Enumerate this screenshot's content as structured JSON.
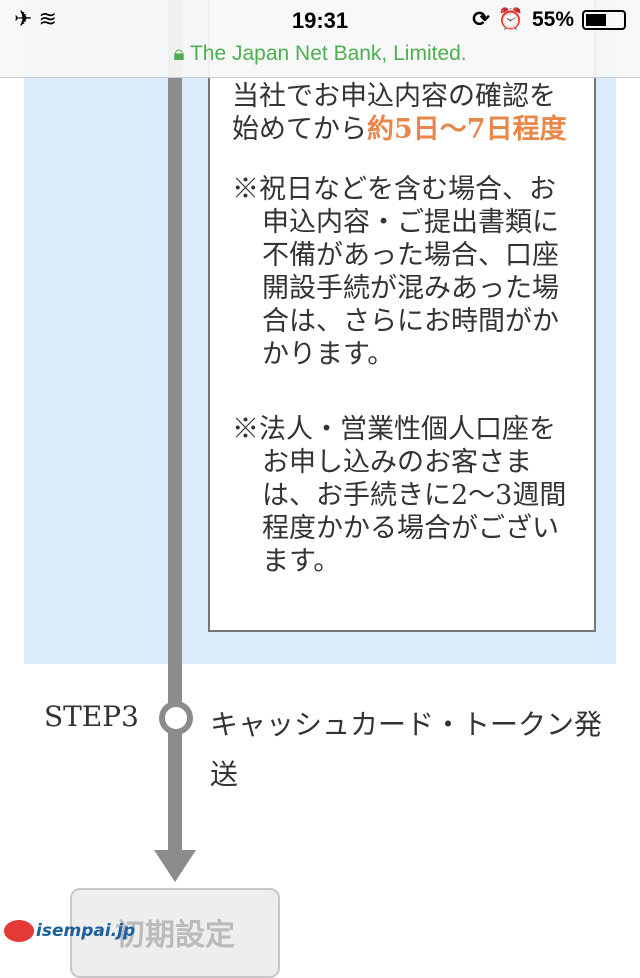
{
  "status_bar": {
    "time": "19:31",
    "battery": "55%",
    "battery_level": 0.55,
    "url": "The Japan Net Bank, Limited."
  },
  "box": {
    "hidden_line": "当社でお申込内容の確認を",
    "lead_prefix": "始めてから",
    "lead_highlight": "約5日〜7日程度",
    "note1": "※祝日などを含む場合、お申込内容・ご提出書類に不備があった場合、口座開設手続が混みあった場合は、さらにお時間がかかります。",
    "note2": "※法人・営業性個人口座をお申し込みのお客さまは、お手続きに2〜3週間程度かかる場合がございます。"
  },
  "step3": {
    "label": "STEP3",
    "text": "キャッシュカード・トークン発送"
  },
  "button": {
    "label": "初期設定"
  },
  "watermark": "isempai.jp"
}
